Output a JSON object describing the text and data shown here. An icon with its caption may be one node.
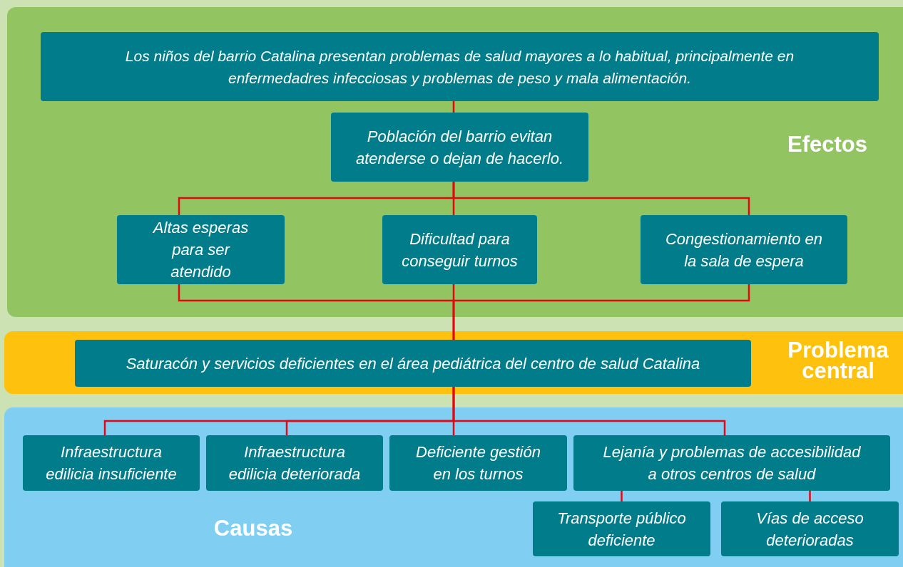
{
  "diagram": {
    "nodes": [
      {
        "text": [
          "Efectos"
        ]
      },
      {
        "text": [
          "Los niños del barrio Catalina presentan problemas de salud mayores a lo habitual, principalmente en enfermedadres infecciosas y problemas de peso y mala alimentación."
        ],
        "in": 0
      },
      {
        "text": [
          "Población del barrio evitan atenderse o dejan de hacerlo."
        ],
        "in": 0
      },
      {
        "text": [
          "Altas esperas para ser atendido"
        ],
        "in": 0
      },
      {
        "text": [
          "Dificultad para conseguir turnos"
        ],
        "in": 0
      },
      {
        "text": [
          "Congestionamiento en la sala de espera"
        ],
        "in": 0
      },
      {
        "text": [
          "Problema central"
        ]
      },
      {
        "text": [
          "Saturacón y servicios deficientes en el área pediátrica del centro de salud Catalina"
        ],
        "in": 6
      },
      {
        "text": [
          "Causas"
        ]
      },
      {
        "text": [
          "Infraestructura edilicia insuficiente"
        ],
        "in": 8
      },
      {
        "text": [
          "Infraestructura edilicia deteriorada"
        ],
        "in": 8
      },
      {
        "text": [
          "Deficiente gestión en los turnos"
        ],
        "in": 8
      },
      {
        "text": [
          "Lejanía y problemas de accesibilidad a otros centros de salud"
        ],
        "in": 8
      },
      {
        "text": [
          "Transporte público deficiente"
        ],
        "in": 8
      },
      {
        "text": [
          "Vías de acceso deterioradas"
        ],
        "in": 8
      }
    ],
    "edges": [
      {
        "from": 2,
        "to": 1,
        "arrow": "none"
      },
      {
        "from": 3,
        "to": 2,
        "arrow": "none"
      },
      {
        "from": 4,
        "to": 2,
        "arrow": "none"
      },
      {
        "from": 5,
        "to": 2,
        "arrow": "none"
      },
      {
        "from": 7,
        "to": 3,
        "arrow": "none"
      },
      {
        "from": 7,
        "to": 4,
        "arrow": "none"
      },
      {
        "from": 7,
        "to": 5,
        "arrow": "none"
      },
      {
        "from": 9,
        "to": 7,
        "arrow": "none"
      },
      {
        "from": 10,
        "to": 7,
        "arrow": "none"
      },
      {
        "from": 11,
        "to": 7,
        "arrow": "none"
      },
      {
        "from": 12,
        "to": 7,
        "arrow": "none"
      },
      {
        "from": 13,
        "to": 12,
        "arrow": "none"
      },
      {
        "from": 14,
        "to": 12,
        "arrow": "none"
      }
    ]
  }
}
